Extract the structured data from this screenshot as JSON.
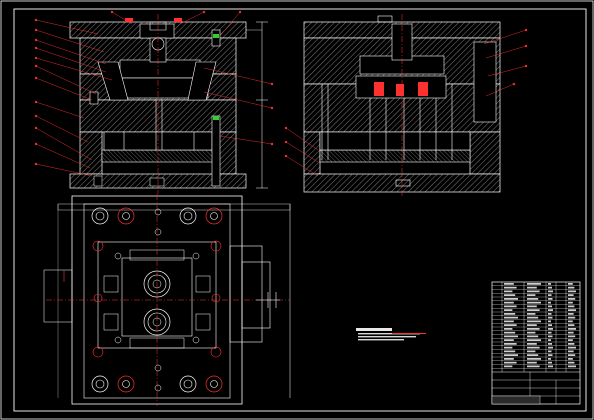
{
  "drawing": {
    "background_color": "#000000",
    "line_color": "#ffffff",
    "leader_color": "#ff3030",
    "hatch_color": "#a0a0a0",
    "centerline_color": "#ff3030"
  },
  "views": [
    {
      "name": "front-section-view"
    },
    {
      "name": "side-section-view"
    },
    {
      "name": "top-plan-view"
    }
  ],
  "technical_notes": {
    "lines": []
  },
  "title_block": {
    "rows": 24,
    "columns": 6
  }
}
